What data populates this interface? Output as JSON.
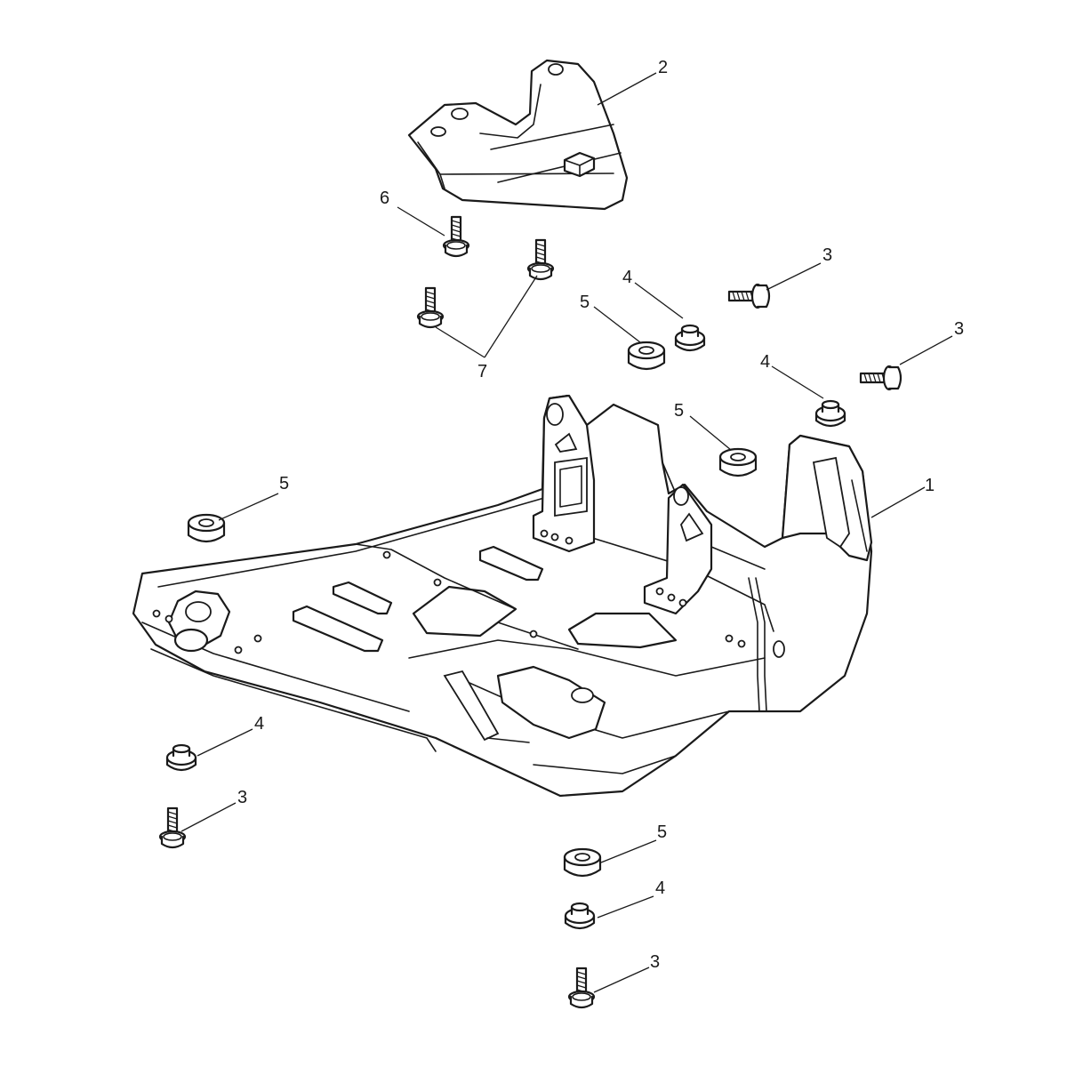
{
  "diagram": {
    "callouts": {
      "c1": "1",
      "c2": "2",
      "c3a": "3",
      "c3b": "3",
      "c3c": "3",
      "c3d": "3",
      "c4a": "4",
      "c4b": "4",
      "c4c": "4",
      "c4d": "4",
      "c5a": "5",
      "c5b": "5",
      "c5c": "5",
      "c5d": "5",
      "c6": "6",
      "c7": "7"
    },
    "line_color": "#1a1a1a",
    "background": "#ffffff"
  }
}
